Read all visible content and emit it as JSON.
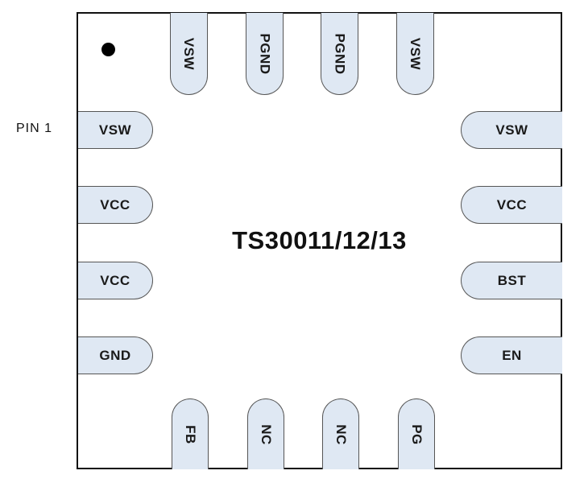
{
  "diagram": {
    "title": "TS30011/12/13",
    "pin1_label": "PIN 1",
    "pins": {
      "top": [
        "VSW",
        "PGND",
        "PGND",
        "VSW"
      ],
      "left": [
        "VSW",
        "VCC",
        "VCC",
        "GND"
      ],
      "right": [
        "VSW",
        "VCC",
        "BST",
        "EN"
      ],
      "bottom": [
        "FB",
        "NC",
        "NC",
        "PG"
      ]
    },
    "colors": {
      "pin_fill": "#dfe8f3",
      "pin_border": "#555555",
      "chip_border": "#111111",
      "background": "#ffffff",
      "pin1_dot": "#000000"
    }
  }
}
